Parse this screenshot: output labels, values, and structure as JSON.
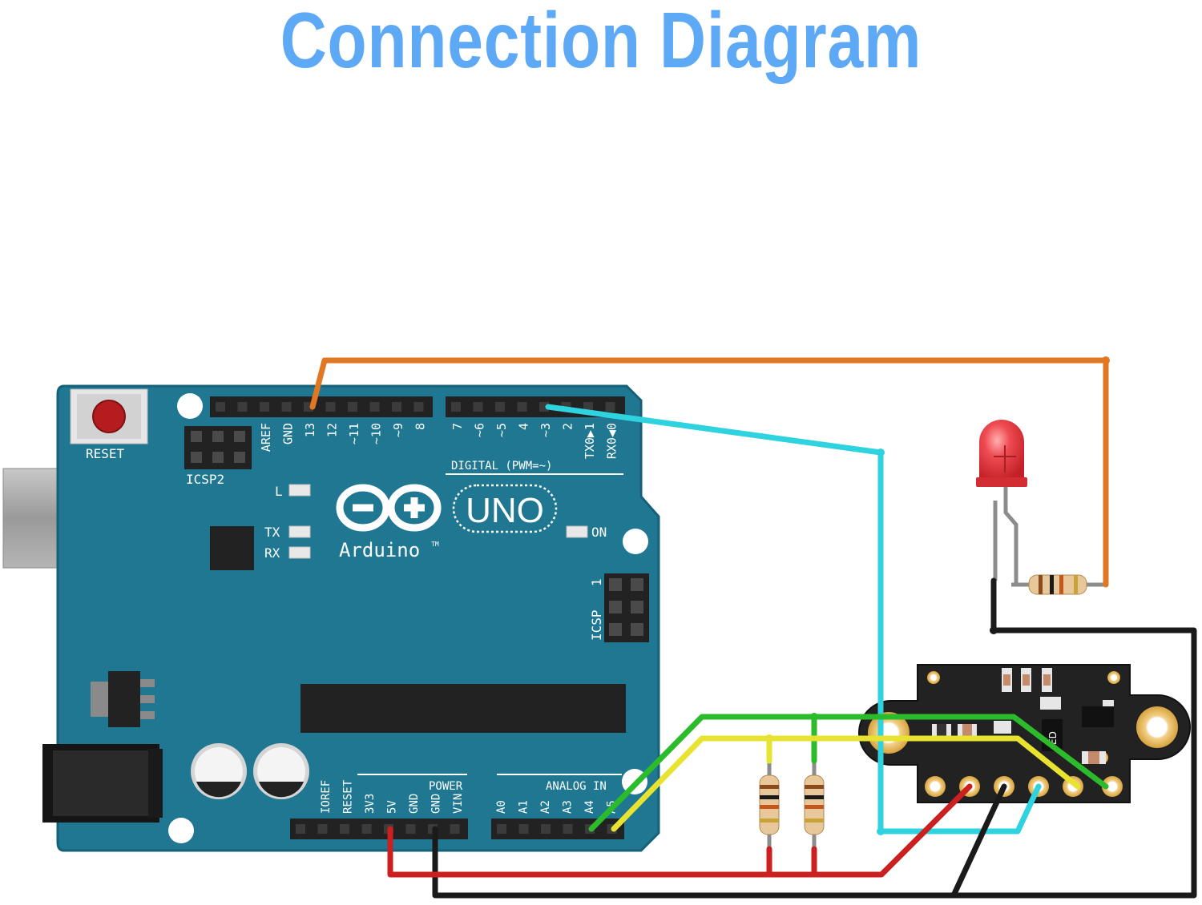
{
  "title": "Connection Diagram",
  "colors": {
    "title": "#5da9f5",
    "board": "#1f7792",
    "board_edge": "#16617a",
    "header": "#222222",
    "wire_orange": "#e07722",
    "wire_cyan": "#2fd3df",
    "wire_red": "#cc1f1f",
    "wire_black": "#1a1a1a",
    "wire_green": "#2bbb2b",
    "wire_yellow": "#e8e330",
    "led_red": "#e8383e",
    "module_pcb": "#222222"
  },
  "board": {
    "reset_label": "RESET",
    "icsp2_label": "ICSP2",
    "icsp_label": "ICSP",
    "icsp_pin1": "1",
    "digital_label": "DIGITAL (PWM=~)",
    "digital_pins_left": [
      "AREF",
      "GND",
      "13",
      "12",
      "~11",
      "~10",
      "~9",
      "8"
    ],
    "digital_pins_right": [
      "7",
      "~6",
      "~5",
      "4",
      "~3",
      "2",
      "TX0▶1",
      "RX0◀0"
    ],
    "led_l_label": "L",
    "led_tx_label": "TX",
    "led_rx_label": "RX",
    "led_on_label": "ON",
    "uno_label": "UNO",
    "brand_label": "Arduino",
    "trademark": "TM",
    "power_label": "POWER",
    "power_pins": [
      "IOREF",
      "RESET",
      "3V3",
      "5V",
      "GND",
      "GND",
      "VIN"
    ],
    "analog_label": "ANALOG IN",
    "analog_pins": [
      "A0",
      "A1",
      "A2",
      "A3",
      "A4",
      "A5"
    ]
  },
  "module": {
    "chip_marking": "ED"
  }
}
